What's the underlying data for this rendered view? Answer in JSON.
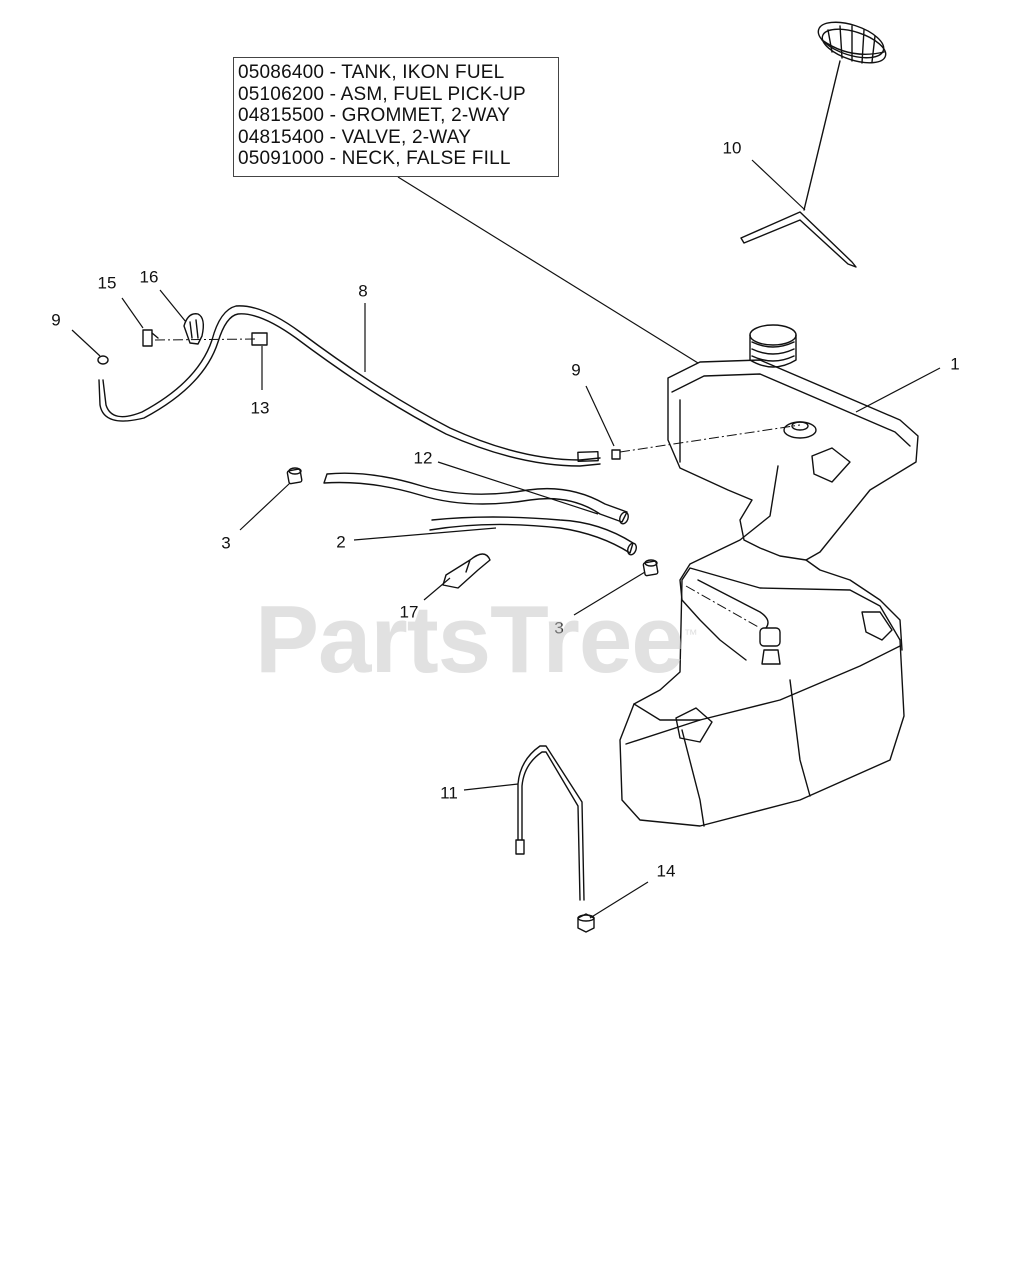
{
  "kit": {
    "items": [
      "05086400 - TANK, IKON FUEL",
      "05106200 - ASM, FUEL PICK-UP",
      "04815500 - GROMMET, 2-WAY",
      "04815400 - VALVE, 2-WAY",
      "05091000 - NECK, FALSE FILL"
    ]
  },
  "callouts": {
    "c1": "1",
    "c2": "2",
    "c3a": "3",
    "c3b": "3",
    "c8": "8",
    "c9a": "9",
    "c9b": "9",
    "c10": "10",
    "c11": "11",
    "c12": "12",
    "c13": "13",
    "c14": "14",
    "c15": "15",
    "c16": "16",
    "c17": "17"
  },
  "watermark": {
    "text": "PartsTree",
    "tm": "™"
  }
}
